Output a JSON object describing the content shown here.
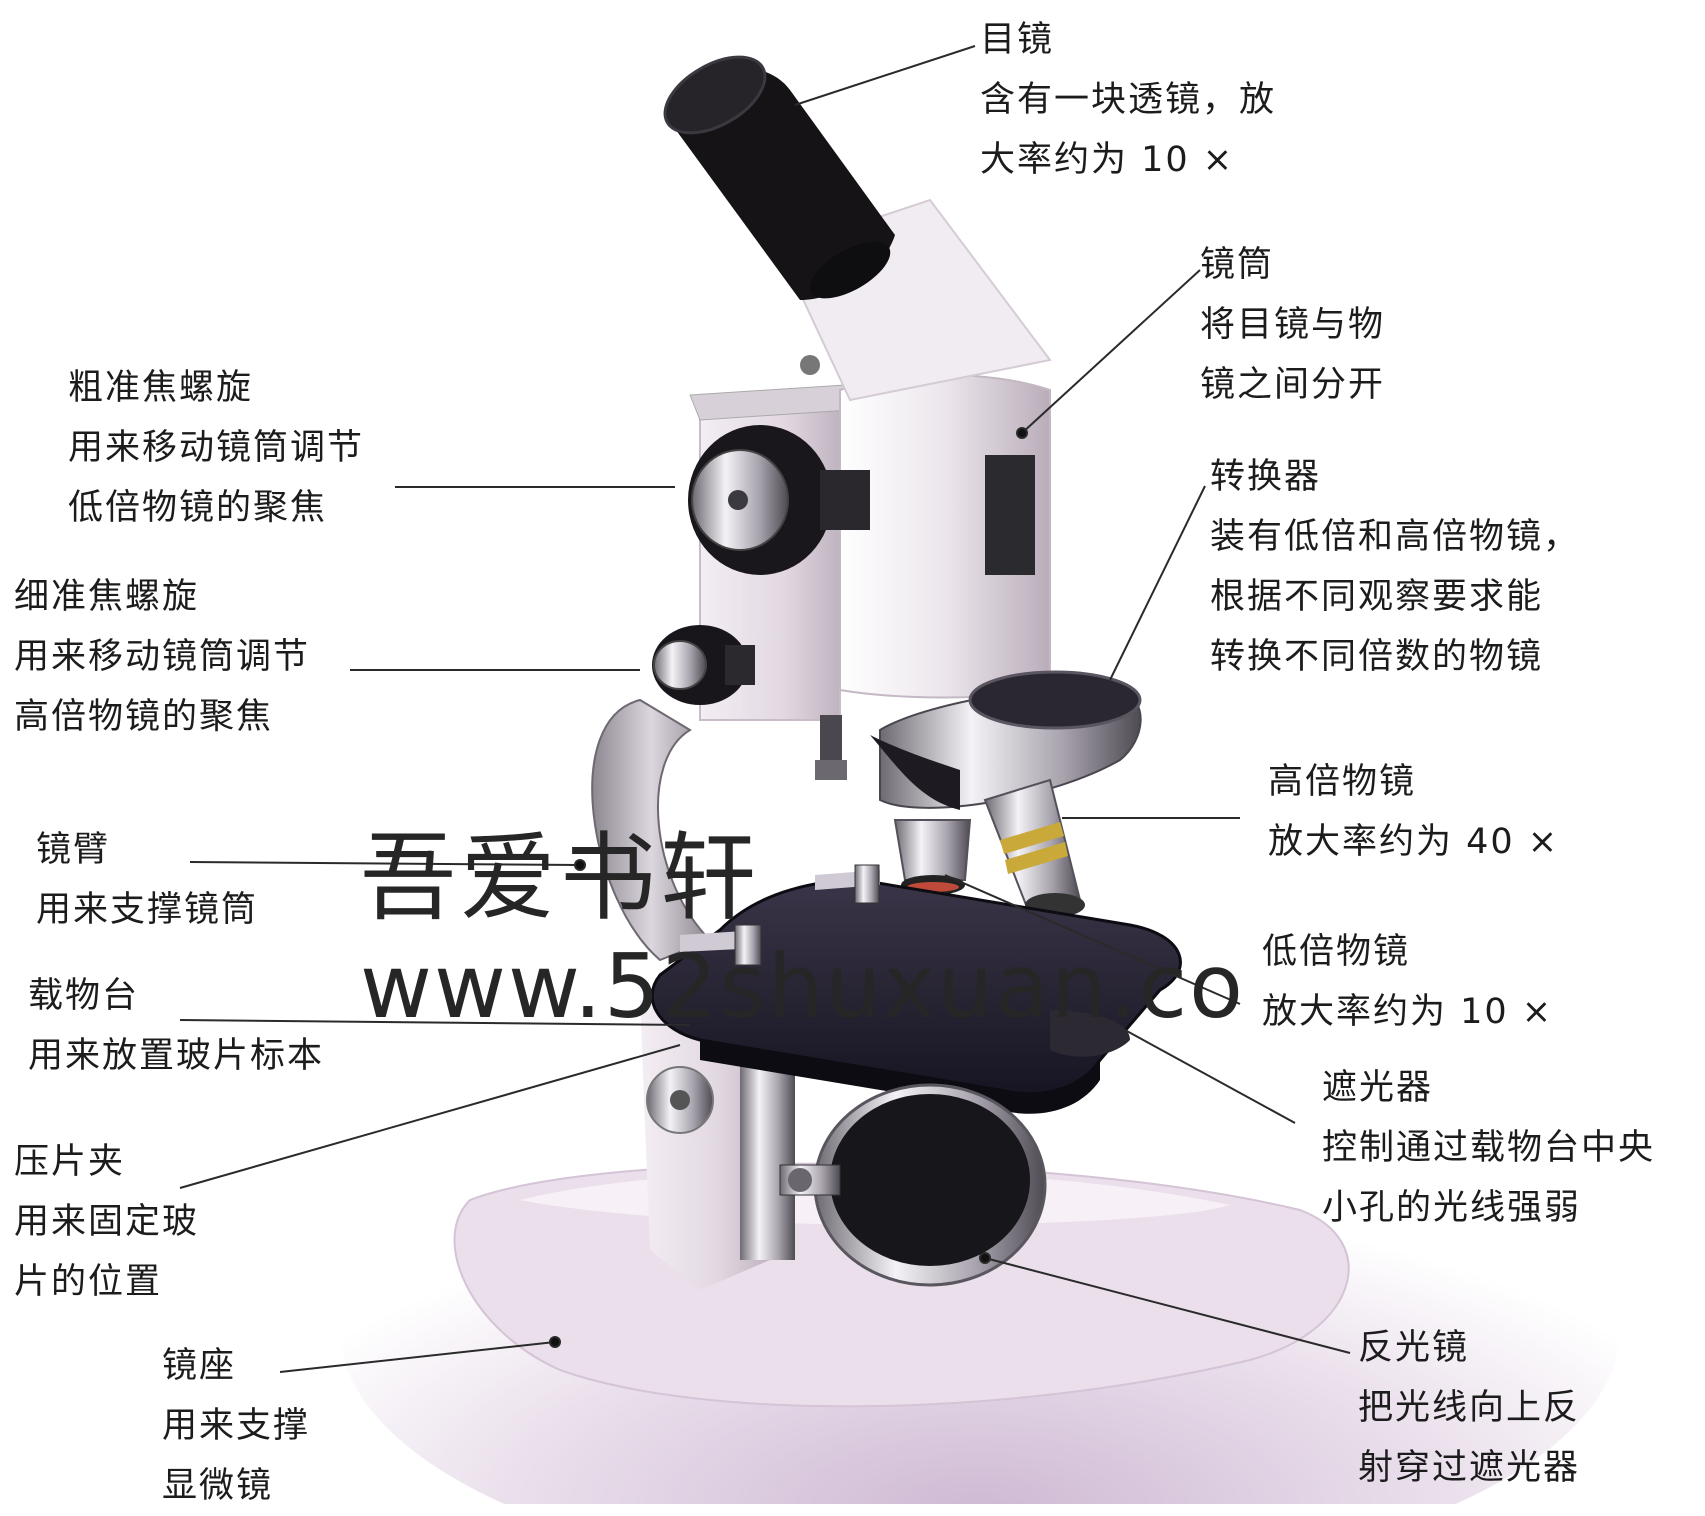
{
  "labels": {
    "eyepiece": {
      "title": "目镜",
      "desc": [
        "含有一块透镜，放",
        "大率约为 10 ×"
      ]
    },
    "tube": {
      "title": "镜筒",
      "desc": [
        "将目镜与物",
        "镜之间分开"
      ]
    },
    "coarse_focus": {
      "title": "粗准焦螺旋",
      "desc": [
        "用来移动镜筒调节",
        "低倍物镜的聚焦"
      ]
    },
    "fine_focus": {
      "title": "细准焦螺旋",
      "desc": [
        "用来移动镜筒调节",
        "高倍物镜的聚焦"
      ]
    },
    "nosepiece": {
      "title": "转换器",
      "desc": [
        "装有低倍和高倍物镜，",
        "根据不同观察要求能",
        "转换不同倍数的物镜"
      ]
    },
    "high_objective": {
      "title": "高倍物镜",
      "desc": [
        "放大率约为 40 ×"
      ]
    },
    "arm": {
      "title": "镜臂",
      "desc": [
        "用来支撑镜筒"
      ]
    },
    "low_objective": {
      "title": "低倍物镜",
      "desc": [
        "放大率约为 10 ×"
      ]
    },
    "stage": {
      "title": "载物台",
      "desc": [
        "用来放置玻片标本"
      ]
    },
    "diaphragm": {
      "title": "遮光器",
      "desc": [
        "控制通过载物台中央",
        "小孔的光线强弱"
      ]
    },
    "stage_clip": {
      "title": "压片夹",
      "desc": [
        "用来固定玻",
        "片的位置"
      ]
    },
    "base": {
      "title": "镜座",
      "desc": [
        "用来支撑",
        "显微镜"
      ]
    },
    "mirror": {
      "title": "反光镜",
      "desc": [
        "把光线向上反",
        "射穿过遮光器"
      ]
    }
  },
  "watermark": {
    "cn": "吾爱书轩",
    "url": "www.52shuxuan.co"
  }
}
